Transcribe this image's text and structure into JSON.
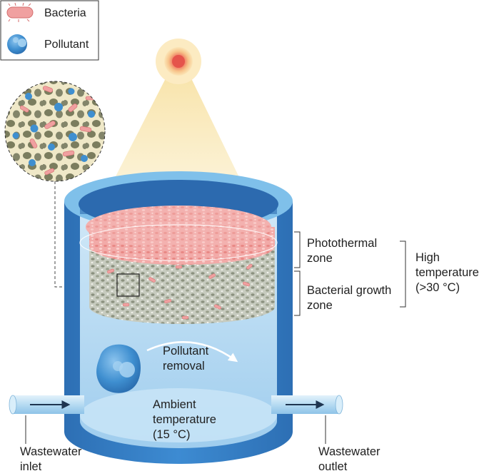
{
  "legend": {
    "bacteria": "Bacteria",
    "pollutant": "Pollutant"
  },
  "labels": {
    "photothermal_zone": [
      "Photothermal",
      "zone"
    ],
    "bacterial_growth_zone": [
      "Bacterial growth",
      "zone"
    ],
    "high_temperature": [
      "High",
      "temperature",
      "(>30 °C)"
    ],
    "pollutant_removal": [
      "Pollutant",
      "removal"
    ],
    "ambient_temperature": [
      "Ambient",
      "temperature",
      "(15 °C)"
    ],
    "wastewater_inlet": [
      "Wastewater",
      "inlet"
    ],
    "wastewater_outlet": [
      "Wastewater",
      "outlet"
    ]
  },
  "colors": {
    "tank_blue": "#2f7fc6",
    "water_light": "#b9dcf3",
    "bacteria_pink": "#f0a0a0",
    "pollutant_blue": "#3f8fd0",
    "sun_orange": "#f4a261",
    "light_beam": "#f8e7b8"
  }
}
